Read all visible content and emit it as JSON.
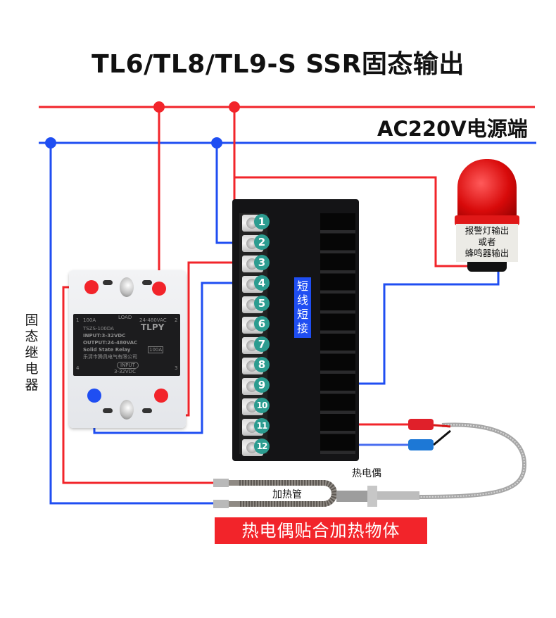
{
  "title": "TL6/TL8/TL9-S SSR固态输出",
  "power_supply": {
    "label": "AC220V电源端",
    "live_color": "#f2242a",
    "neutral_color": "#1f4ef2"
  },
  "ssr": {
    "side_label": "固态继电器",
    "plate": {
      "terminal_1": "1",
      "terminal_2": "2",
      "terminal_3": "3",
      "terminal_4": "4",
      "current": "100A",
      "load": "LOAD",
      "ac_range": "24-480VAC",
      "model": "TSZS-100DA",
      "brand": "TLPY",
      "input": "INPUT:3-32VDC",
      "output": "OUTPUT:24-480VAC",
      "type": "Solid State Relay",
      "badge": "100A",
      "maker": "乐清市腾具电气有限公司",
      "input_box": "INPUT",
      "input_range": "3-32VDC"
    }
  },
  "controller": {
    "terminals": [
      "1",
      "2",
      "3",
      "4",
      "5",
      "6",
      "7",
      "8",
      "9",
      "10",
      "11",
      "12"
    ],
    "short_label": "短线短接",
    "badge_color": "#2c9c90"
  },
  "alarm": {
    "label_lines": [
      "报警灯输出",
      "或者",
      "蜂鸣器输出"
    ]
  },
  "thermocouple": {
    "label": "热电偶"
  },
  "heater": {
    "label": "加热管"
  },
  "note": {
    "text": "热电偶贴合加热物体",
    "bg_color": "#f2242a"
  }
}
